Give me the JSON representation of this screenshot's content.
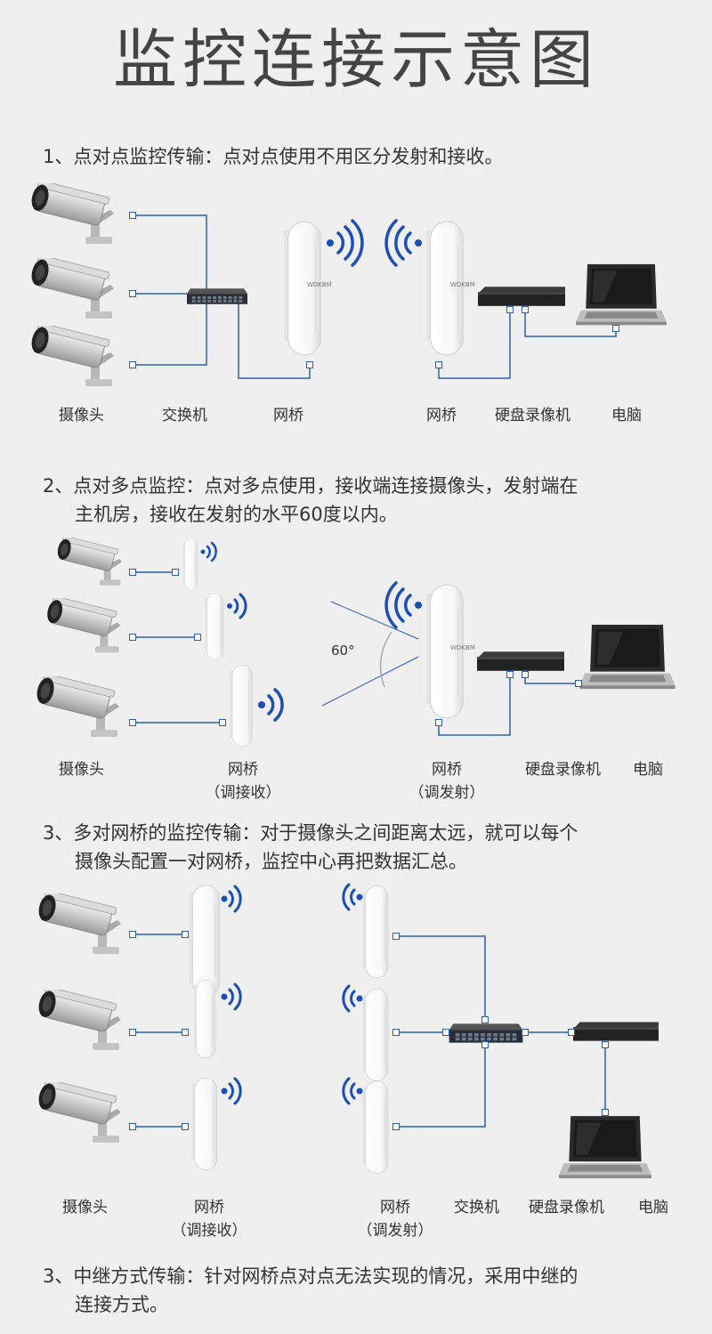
{
  "title": "监控连接示意图",
  "brand": "WDKBM",
  "colors": {
    "line": "#2f5fb0",
    "signal": "#1c4fb5",
    "background": "#efefef"
  },
  "sections": [
    {
      "heading": "1、点对点监控传输：点对点使用不用区分发射和接收。",
      "labels": {
        "camera": "摄像头",
        "switch": "交换机",
        "bridge_tx": "网桥",
        "bridge_rx": "网桥",
        "nvr": "硬盘录像机",
        "pc": "电脑"
      }
    },
    {
      "heading_line1": "2、点对多点监控：点对多点使用，接收端连接摄像头，发射端在",
      "heading_line2": "主机房，接收在发射的水平60度以内。",
      "angle": "60°",
      "labels": {
        "camera": "摄像头",
        "bridge_rx": "网桥",
        "bridge_rx_sub": "（调接收）",
        "bridge_tx": "网桥",
        "bridge_tx_sub": "（调发射）",
        "nvr": "硬盘录像机",
        "pc": "电脑"
      }
    },
    {
      "heading_line1": "3、多对网桥的监控传输：对于摄像头之间距离太远，就可以每个",
      "heading_line2": "摄像头配置一对网桥，监控中心再把数据汇总。",
      "labels": {
        "camera": "摄像头",
        "bridge_rx": "网桥",
        "bridge_rx_sub": "（调接收）",
        "bridge_tx": "网桥",
        "bridge_tx_sub": "（调发射）",
        "switch": "交换机",
        "nvr": "硬盘录像机",
        "pc": "电脑"
      }
    },
    {
      "heading_line1": "3、中继方式传输：针对网桥点对点无法实现的情况，采用中继的",
      "heading_line2": "连接方式。"
    }
  ]
}
